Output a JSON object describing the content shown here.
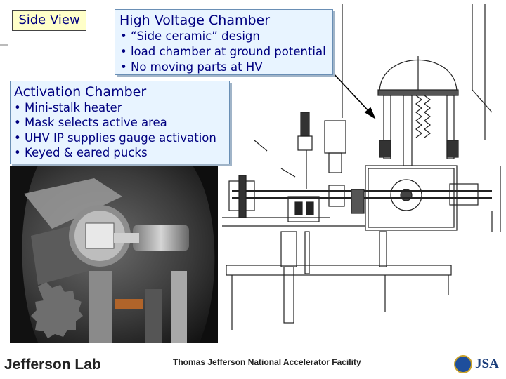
{
  "side_view_label": "Side View",
  "high_voltage": {
    "title": "High Voltage Chamber",
    "bullets": [
      "• “Side ceramic” design",
      "• load chamber at ground potential",
      "• No moving parts at HV"
    ]
  },
  "activation": {
    "title": "Activation Chamber",
    "bullets": [
      "• Mini-stalk heater",
      "• Mask selects active area",
      "• UHV IP supplies gauge activation",
      "• Keyed & eared pucks"
    ]
  },
  "footer": {
    "lab_logo": "Jefferson Lab",
    "facility": "Thomas Jefferson National Accelerator Facility",
    "jsa_logo": "JSA"
  },
  "colors": {
    "text_navy": "#000080",
    "info_box_bg": "#e8f4ff",
    "label_box_bg": "#ffffc8",
    "photo_dark": "#2a2a2a",
    "copper": "#b0642a"
  }
}
